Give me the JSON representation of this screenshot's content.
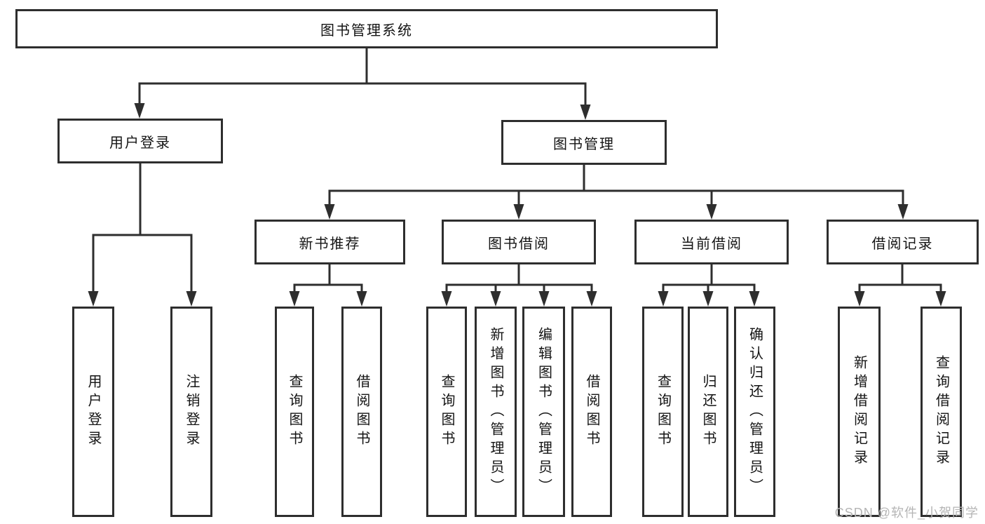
{
  "watermark": "CSDN @软件_小贺同学",
  "colors": {
    "line": "#2e2e2e",
    "box_border": "#2e2e2e",
    "box_fill": "#ffffff",
    "text": "#141414",
    "watermark": "#b5b5b5"
  },
  "tree": {
    "label": "图书管理系统",
    "children": [
      {
        "label": "用户登录",
        "children": [
          {
            "label": "用户登录"
          },
          {
            "label": "注销登录"
          }
        ]
      },
      {
        "label": "图书管理",
        "children": [
          {
            "label": "新书推荐",
            "children": [
              {
                "label": "查询图书"
              },
              {
                "label": "借阅图书"
              }
            ]
          },
          {
            "label": "图书借阅",
            "children": [
              {
                "label": "查询图书"
              },
              {
                "label": "新增图书（管理员）"
              },
              {
                "label": "编辑图书（管理员）"
              },
              {
                "label": "借阅图书"
              }
            ]
          },
          {
            "label": "当前借阅",
            "children": [
              {
                "label": "查询图书"
              },
              {
                "label": "归还图书"
              },
              {
                "label": "确认归还（管理员）"
              }
            ]
          },
          {
            "label": "借阅记录",
            "children": [
              {
                "label": "新增借阅记录"
              },
              {
                "label": "查询借阅记录"
              }
            ]
          }
        ]
      }
    ]
  }
}
